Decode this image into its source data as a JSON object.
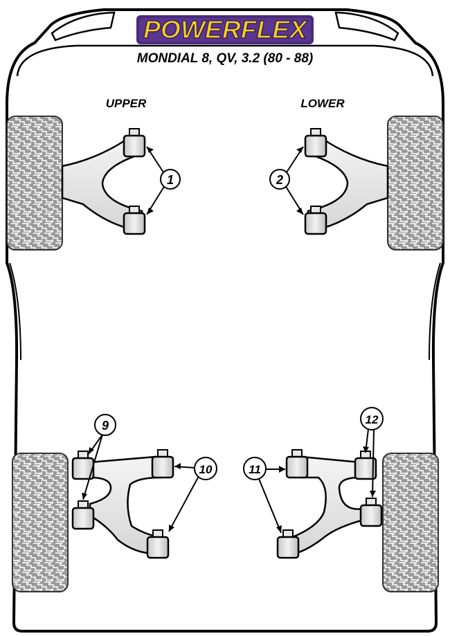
{
  "brand": {
    "name": "POWERFLEX",
    "fill": "#f7d117",
    "outline": "#4b2a7a"
  },
  "title": "MONDIAL 8, QV, 3.2 (80 - 88)",
  "sections": {
    "upper": "UPPER",
    "lower": "LOWER"
  },
  "callouts": [
    "1",
    "2",
    "9",
    "10",
    "11",
    "12"
  ],
  "colors": {
    "bushing": "#e0e0e0",
    "arm": "#e8e8e8",
    "tyre": "#8a8a8a",
    "outline": "#000000"
  }
}
